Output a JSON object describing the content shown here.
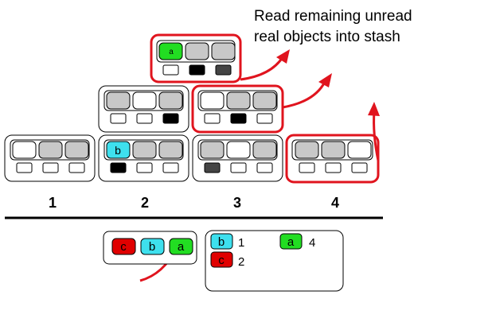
{
  "caption": {
    "line1": "Read remaining unread",
    "line2": "real objects  into stash"
  },
  "columns": [
    "1",
    "2",
    "3",
    "4"
  ],
  "tree": {
    "top_node": {
      "slot_label": "a"
    },
    "leaf_2": {
      "slot_label": "b"
    }
  },
  "buffer": {
    "items": [
      "c",
      "b",
      "a"
    ]
  },
  "stash": {
    "entries": [
      {
        "key": "b",
        "value": "1"
      },
      {
        "key": "a",
        "value": "4"
      },
      {
        "key": "c",
        "value": "2"
      }
    ]
  },
  "colors": {
    "highlight_border": "#e0141e",
    "slot_gray": "#c8c8c8",
    "slot_black": "#000000",
    "slot_dark": "#444444",
    "red": "#e00000",
    "cyan": "#3ee0ee",
    "green": "#22dd22"
  }
}
